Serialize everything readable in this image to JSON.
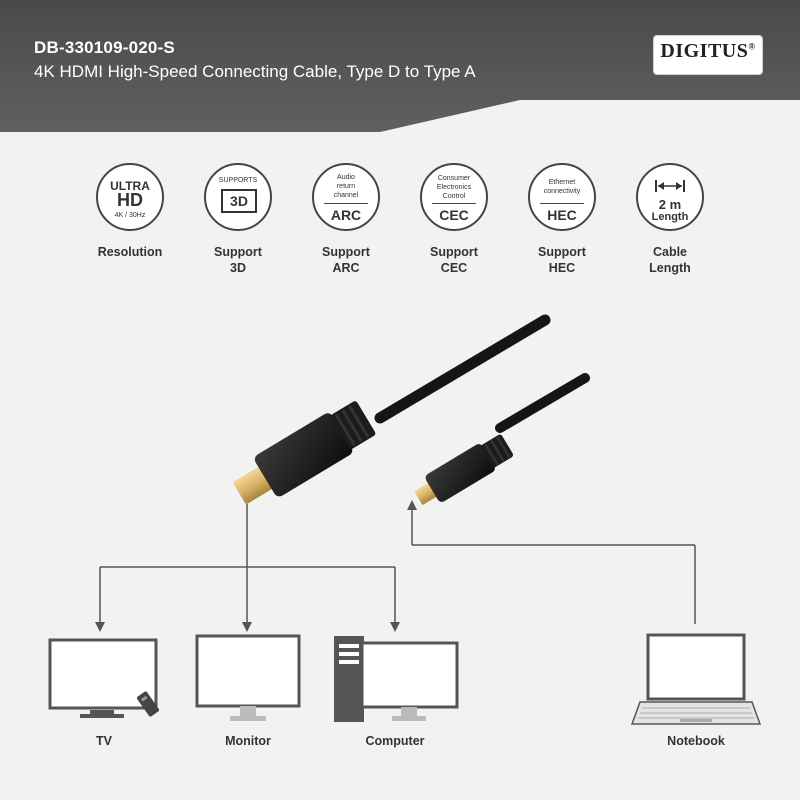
{
  "header": {
    "sku": "DB-330109-020-S",
    "subtitle": "4K HDMI High-Speed Connecting Cable, Type D to Type A"
  },
  "logo": {
    "text": "DIGITUS",
    "reg": "®"
  },
  "features": [
    {
      "icon": "ultra-hd-icon",
      "lines": [
        "ULTRA",
        "HD",
        "4K / 30Hz"
      ],
      "label1": "Resolution",
      "label2": ""
    },
    {
      "icon": "3d-icon",
      "lines": [
        "SUPPORTS",
        "3D"
      ],
      "label1": "Support",
      "label2": "3D"
    },
    {
      "icon": "arc-icon",
      "lines": [
        "Audio",
        "return",
        "channel",
        "ARC"
      ],
      "label1": "Support",
      "label2": "ARC"
    },
    {
      "icon": "cec-icon",
      "lines": [
        "Consumer",
        "Electronics",
        "Control",
        "CEC"
      ],
      "label1": "Support",
      "label2": "CEC"
    },
    {
      "icon": "hec-icon",
      "lines": [
        "Ethernet",
        "connectivity",
        "HEC"
      ],
      "label1": "Support",
      "label2": "HEC"
    },
    {
      "icon": "cable-length-icon",
      "lines": [
        "2 m",
        "Length"
      ],
      "label1": "Cable",
      "label2": "Length"
    }
  ],
  "devices": {
    "tv": "TV",
    "monitor": "Monitor",
    "computer": "Computer",
    "notebook": "Notebook"
  },
  "colors": {
    "header_bg": "#555555",
    "page_bg": "#f2f2f2",
    "icon_stroke": "#444444",
    "connector_gold": "#d9b466",
    "cable_black": "#1a1a1a"
  }
}
